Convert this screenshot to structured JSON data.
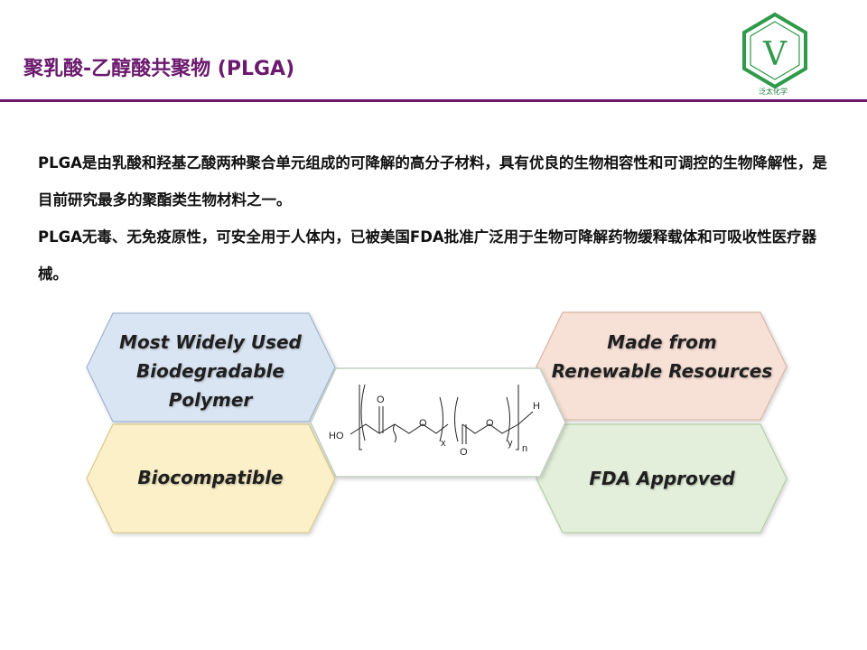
{
  "title": "聚乳酸-乙醇酸共聚物 (PLGA)",
  "logo": {
    "caption": "泛太化学",
    "letter": "V",
    "color": "#2e9a4a"
  },
  "accent_color": "#6b1a6e",
  "paragraphs": [
    "PLGA是由乳酸和羟基乙酸两种聚合单元组成的可降解的高分子材料，具有优良的生物相容性和可调控的生物降解性，是目前研究最多的聚酯类生物材料之一。",
    "PLGA无毒、无免疫原性，可安全用于人体内，已被美国FDA批准广泛用于生物可降解药物缓释载体和可吸收性医疗器械。"
  ],
  "features": [
    {
      "label": "Most Widely Used\nBiodegradable\nPolymer",
      "fill": "#dae5f3",
      "stroke": "#9fb5cf"
    },
    {
      "label": "Biocompatible",
      "fill": "#fbf0c8",
      "stroke": "#d8c98a"
    },
    {
      "label": "Made from\nRenewable Resources",
      "fill": "#f7e0d6",
      "stroke": "#d9b5a5"
    },
    {
      "label": "FDA Approved",
      "fill": "#e3efda",
      "stroke": "#b4cda4"
    }
  ],
  "structure": {
    "end_left": "HO",
    "end_right": "H",
    "oxygen": "O",
    "sub_x": "x",
    "sub_y": "y",
    "sub_n": "n"
  }
}
